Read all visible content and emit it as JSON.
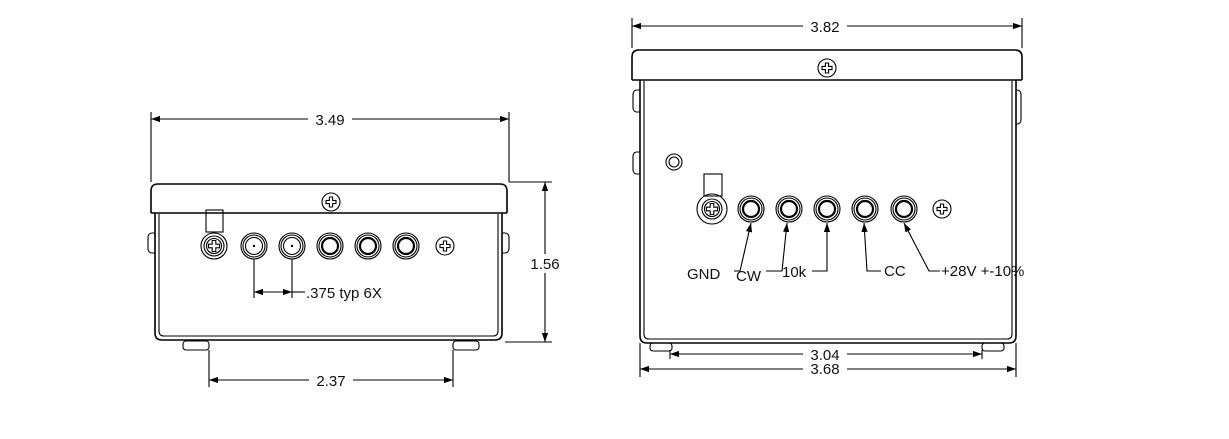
{
  "left_view": {
    "dim_width": "3.49",
    "dim_height": "1.56",
    "dim_feet_spacing": "2.37",
    "callout_spacing": ".375 typ 6X"
  },
  "right_view": {
    "dim_top_width": "3.82",
    "dim_feet_spacing": "3.04",
    "dim_body_width": "3.68",
    "labels": {
      "gnd": "GND",
      "cw": "CW",
      "pot": "10k",
      "cc": "CC",
      "supply": "+28V +-10%"
    }
  }
}
